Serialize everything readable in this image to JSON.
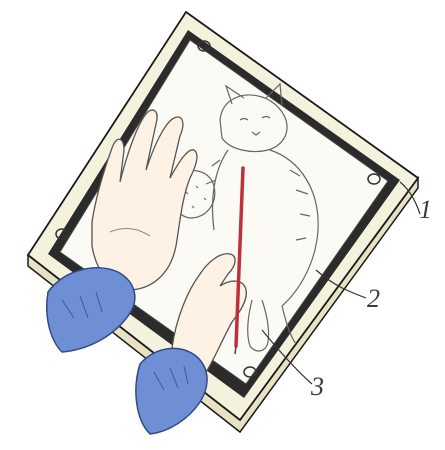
{
  "figure": {
    "labels": [
      {
        "id": "label-1",
        "text": "1",
        "part": "frame"
      },
      {
        "id": "label-2",
        "text": "2",
        "part": "glass-plate"
      },
      {
        "id": "label-3",
        "text": "3",
        "part": "drawing-sheet"
      }
    ],
    "colors": {
      "frame_fill": "#f4f1dc",
      "frame_edge": "#1a1a1a",
      "dark_border": "#2b2b2b",
      "sleeve": "#6e8fd4",
      "skin": "#fdf2e3",
      "pencil": "#c0303a",
      "line": "#555555"
    }
  }
}
